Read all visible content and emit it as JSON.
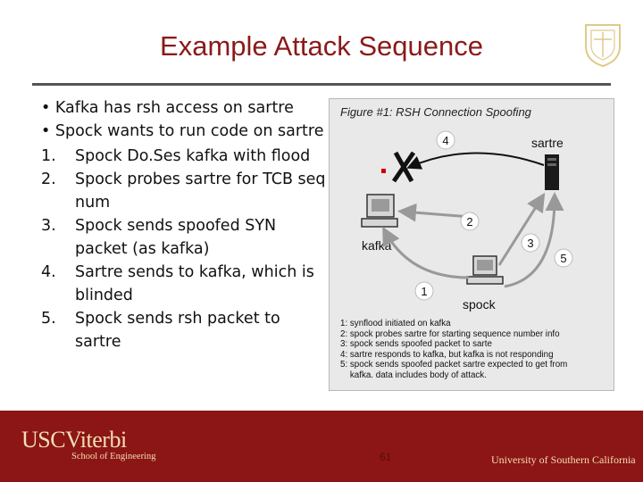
{
  "slide": {
    "title": "Example Attack Sequence",
    "bullets": [
      "• Kafka has rsh access on sartre",
      "• Spock wants to run code on sartre"
    ],
    "steps": [
      {
        "num": "1.",
        "text": "Spock Do.Ses kafka with flood"
      },
      {
        "num": "2.",
        "text": "Spock probes sartre for TCB seq num"
      },
      {
        "num": "3.",
        "text": "Spock sends spoofed SYN packet (as kafka)"
      },
      {
        "num": "4.",
        "text": "Sartre sends to kafka, which is blinded"
      },
      {
        "num": "5.",
        "text": "Spock sends rsh packet to sartre"
      }
    ]
  },
  "figure": {
    "title": "Figure #1: RSH Connection Spoofing",
    "nodes": {
      "sartre": "sartre",
      "kafka": "kafka",
      "spock": "spock"
    },
    "arrow_labels": [
      "1",
      "2",
      "3",
      "4",
      "5"
    ],
    "legend": [
      "1: synflood initiated on kafka",
      "2: spock probes sartre for starting sequence number info",
      "3: spock sends spoofed packet to sarte",
      "4: sartre responds to kafka, but kafka is not responding",
      "5: spock sends spoofed packet sartre expected to get from",
      "    kafka. data includes body of attack."
    ]
  },
  "footer": {
    "logo_main": "USCViterbi",
    "logo_sub": "School of Engineering",
    "page_number": "61",
    "university": "University of Southern California"
  },
  "colors": {
    "title": "#8a1a1a",
    "footer_bg": "#8c1515",
    "footer_text": "#f2dfb4",
    "figure_bg": "#e9e9e9"
  }
}
